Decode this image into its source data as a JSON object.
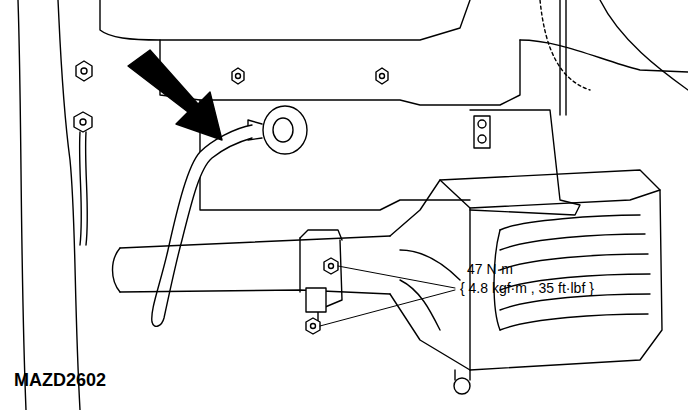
{
  "diagram": {
    "labels": [
      "47 N·m",
      "{ 4.8 kgf·m , 35 ft·lbf }",
      "MAZD2602"
    ]
  }
}
